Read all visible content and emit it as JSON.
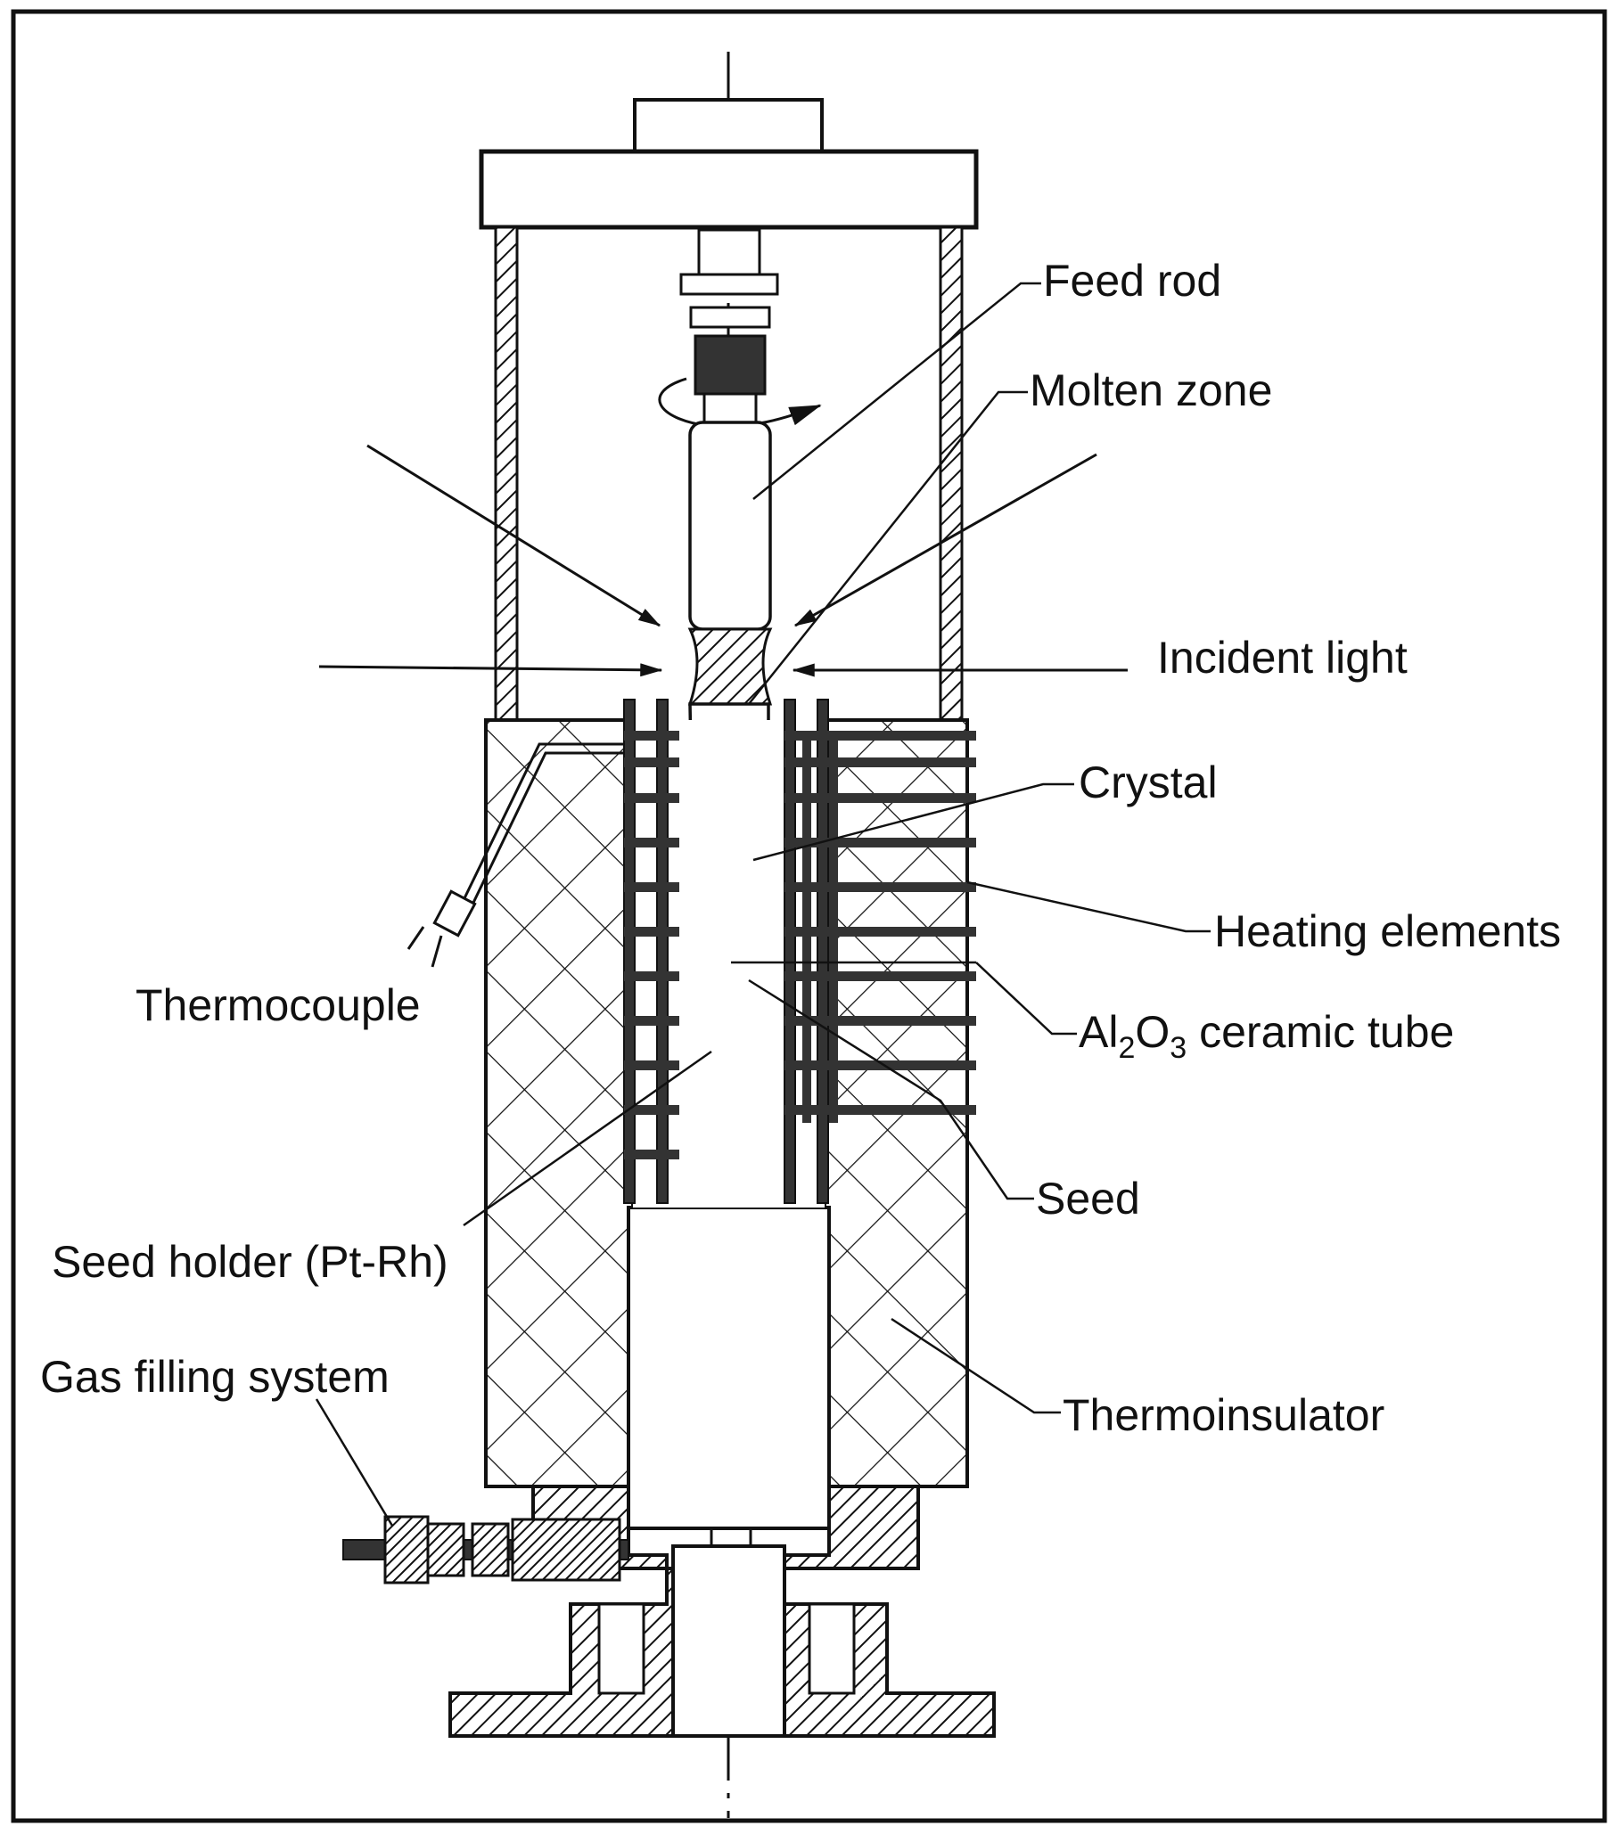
{
  "labels": {
    "feed_rod": "Feed rod",
    "molten_zone": "Molten zone",
    "incident_light": "Incident light",
    "crystal": "Crystal",
    "heating_elements": "Heating elements",
    "thermocouple": "Thermocouple",
    "ceramic_tube_pre": "Al",
    "ceramic_tube_sub1": "2",
    "ceramic_tube_mid": "O",
    "ceramic_tube_sub2": "3",
    "ceramic_tube_post": " ceramic tube",
    "seed": "Seed",
    "seed_holder": "Seed holder (Pt-Rh)",
    "gas_filling_system": "Gas filling system",
    "thermoinsulator": "Thermoinsulator"
  },
  "colors": {
    "ink": "#111111",
    "paper": "#ffffff",
    "dark_fill": "#3a3a3a"
  }
}
